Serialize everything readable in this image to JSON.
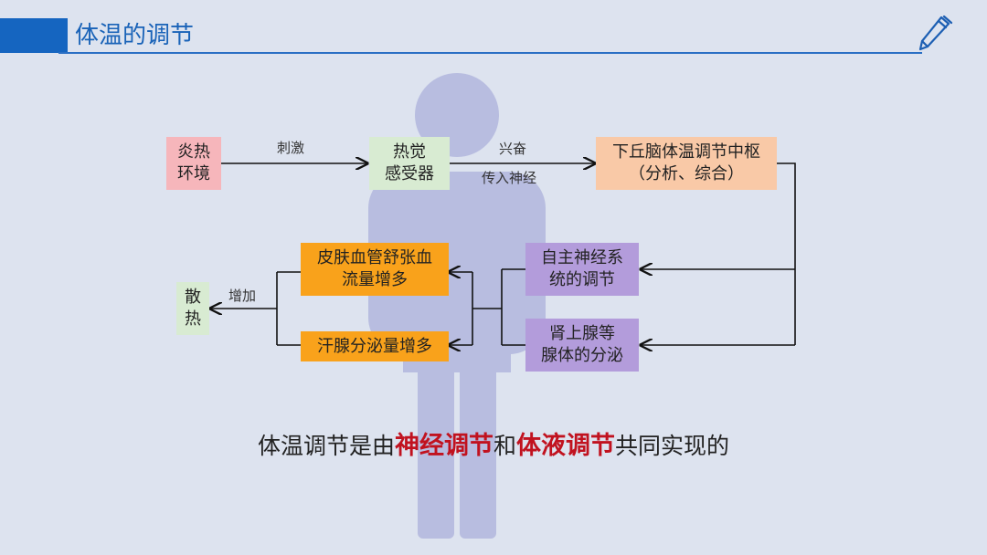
{
  "header": {
    "title": "体温的调节"
  },
  "diagram": {
    "nodes": {
      "hot_environment": "炎热\n环境",
      "heat_receptor": "热觉\n感受器",
      "hypothalamus": "下丘脑体温调节中枢\n（分析、综合）",
      "autonomic_nerve": "自主神经系\n统的调节",
      "adrenal": "肾上腺等\n腺体的分泌",
      "skin_blood": "皮肤血管舒张血\n流量增多",
      "sweat": "汗腺分泌量增多",
      "heat_dissipation": "散\n热"
    },
    "edge_labels": {
      "stimulus": "刺激",
      "excite": "兴奋",
      "afferent": "传入神经",
      "increase": "增加"
    }
  },
  "conclusion": {
    "part1": "体温调节是由",
    "highlight1": "神经调节",
    "part2": "和",
    "highlight2": "体液调节",
    "part3": "共同实现的"
  }
}
